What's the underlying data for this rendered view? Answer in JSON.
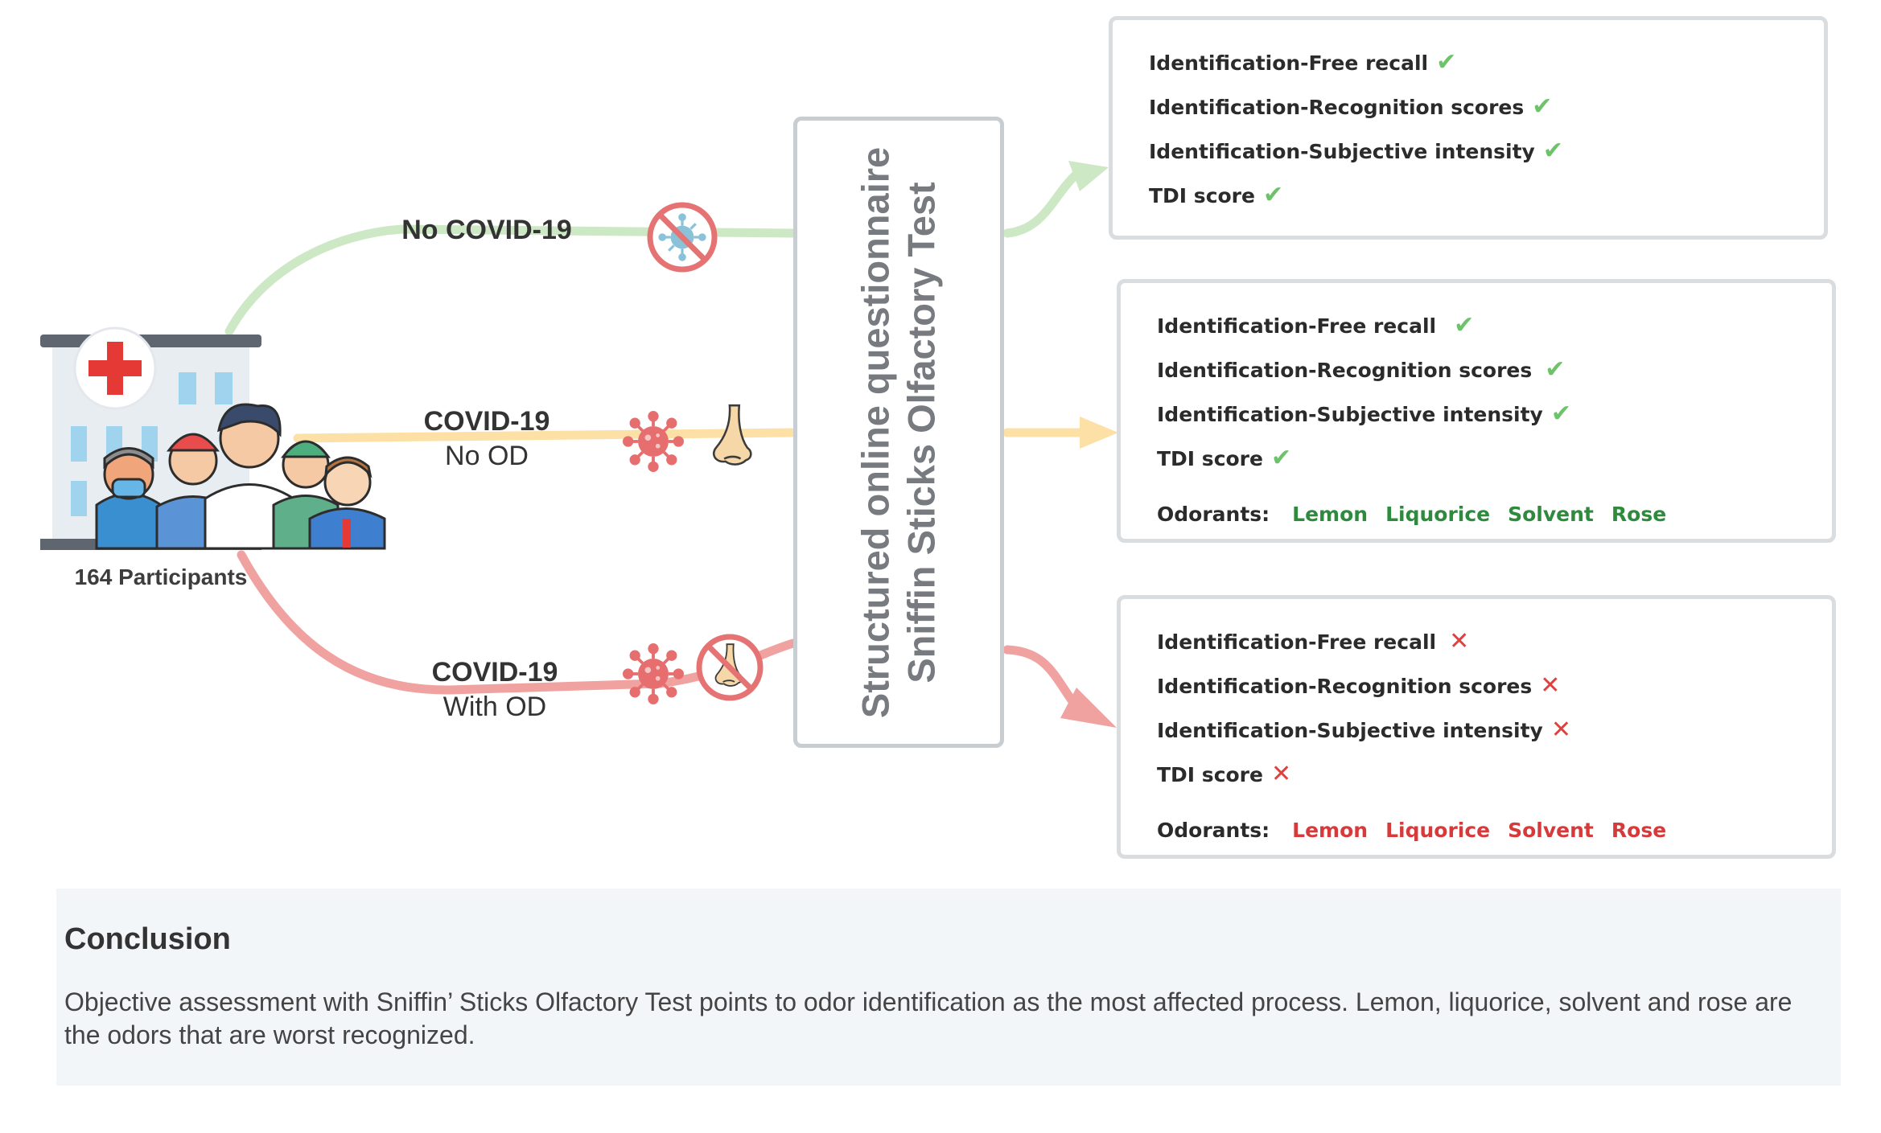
{
  "participants": "164 Participants",
  "groups": [
    {
      "line1": "No COVID-19",
      "line2": ""
    },
    {
      "line1": "COVID-19",
      "line2": "No OD"
    },
    {
      "line1": "COVID-19",
      "line2": "With OD"
    }
  ],
  "center_box": {
    "line1": "Structured online questionnaire",
    "line2": "Sniffin Sticks Olfactory Test"
  },
  "results": [
    {
      "rows": [
        "Identification-Free recall",
        "Identification-Recognition scores",
        "Identification-Subjective intensity",
        "TDI score"
      ],
      "status": "check",
      "odorants": null
    },
    {
      "rows": [
        "Identification-Free recall",
        "Identification-Recognition scores",
        "Identification-Subjective intensity",
        "TDI score"
      ],
      "status": "check",
      "odorants": {
        "label": "Odorants:",
        "items": [
          "Lemon",
          "Liquorice",
          "Solvent",
          "Rose"
        ],
        "color": "#2e8b3e"
      }
    },
    {
      "rows": [
        "Identification-Free recall",
        "Identification-Recognition scores",
        "Identification-Subjective intensity",
        "TDI score"
      ],
      "status": "cross",
      "odorants": {
        "label": "Odorants:",
        "items": [
          "Lemon",
          "Liquorice",
          "Solvent",
          "Rose"
        ],
        "color": "#d63a3a"
      }
    }
  ],
  "icons": {
    "check": "check-icon",
    "cross": "cross-icon",
    "no_virus": "no-virus-icon",
    "virus": "virus-icon",
    "nose": "nose-icon",
    "no_nose": "no-nose-icon",
    "hospital": "hospital-icon",
    "people": "healthcare-workers-icon"
  },
  "colors": {
    "no_covid_path": "#cde8c4",
    "covid_no_od_path": "#fde0a6",
    "covid_with_od_path": "#f0a2a0",
    "check": "#6cc36a",
    "cross": "#e0413f",
    "odor_green": "#2e8b3e",
    "odor_red": "#d63a3a",
    "box_border": "#c8cdd1",
    "conclusion_bg": "#f3f6f8"
  },
  "conclusion": {
    "title": "Conclusion",
    "text": "Objective assessment with Sniffin’ Sticks Olfactory Test points to odor identification as the most affected process. Lemon, liquorice, solvent and rose are the odors that are worst recognized."
  }
}
